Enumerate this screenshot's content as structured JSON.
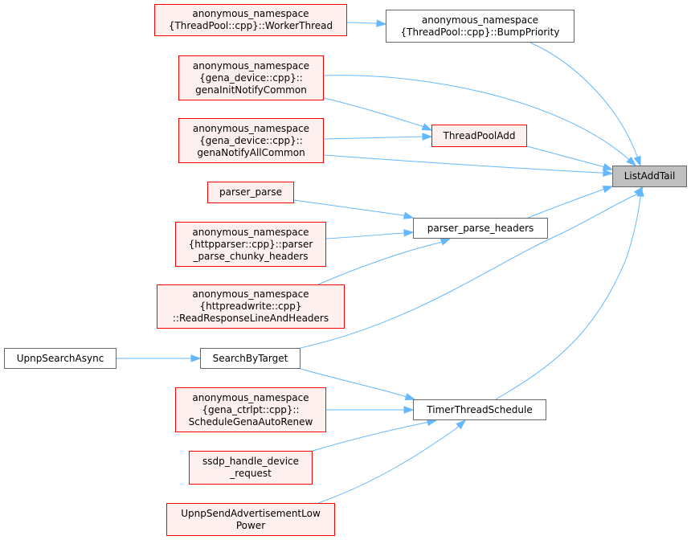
{
  "nodes": {
    "list_add_tail": "ListAddTail",
    "bump_priority": "anonymous_namespace\n{ThreadPool::cpp}::BumpPriority",
    "worker_thread": "anonymous_namespace\n{ThreadPool::cpp}::WorkerThread",
    "gena_init_notify_common": "anonymous_namespace\n{gena_device::cpp}::\ngenaInitNotifyCommon",
    "gena_notify_all_common": "anonymous_namespace\n{gena_device::cpp}::\ngenaNotifyAllCommon",
    "thread_pool_add": "ThreadPoolAdd",
    "parser_parse": "parser_parse",
    "parser_parse_headers": "parser_parse_headers",
    "parser_parse_chunky_headers": "anonymous_namespace\n{httpparser::cpp}::parser\n_parse_chunky_headers",
    "read_response_line": "anonymous_namespace\n{httpreadwrite::cpp}\n::ReadResponseLineAndHeaders",
    "upnp_search_async": "UpnpSearchAsync",
    "search_by_target": "SearchByTarget",
    "schedule_gena_auto_renew": "anonymous_namespace\n{gena_ctrlpt::cpp}::\nScheduleGenaAutoRenew",
    "timer_thread_schedule": "TimerThreadSchedule",
    "ssdp_handle_device_request": "ssdp_handle_device\n_request",
    "upnp_send_advertisement_low_power": "UpnpSendAdvertisementLow\nPower"
  },
  "colors": {
    "edge": "#63b8ff",
    "red_border": "#ff0000",
    "red_fill": "#fff0f0",
    "focus_fill": "#bfbfbf"
  }
}
